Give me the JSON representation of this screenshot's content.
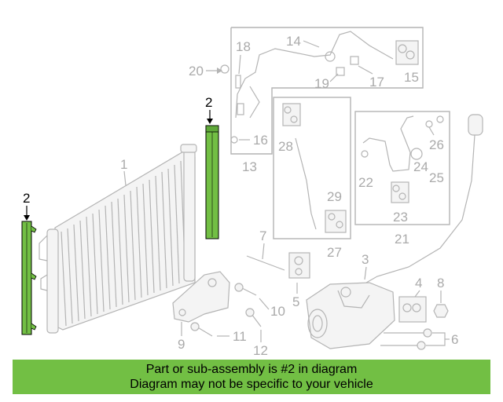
{
  "callouts": {
    "c1": "1",
    "c2a": "2",
    "c2b": "2",
    "c3": "3",
    "c4": "4",
    "c5": "5",
    "c6": "6",
    "c7": "7",
    "c8": "8",
    "c9": "9",
    "c10": "10",
    "c11": "11",
    "c12": "12",
    "c13": "13",
    "c14": "14",
    "c15": "15",
    "c16": "16",
    "c17": "17",
    "c18": "18",
    "c19": "19",
    "c20": "20",
    "c21": "21",
    "c22": "22",
    "c23": "23",
    "c24": "24",
    "c25": "25",
    "c26": "26",
    "c27": "27",
    "c28": "28",
    "c29": "29"
  },
  "banner": {
    "line1": "Part or sub-assembly is #2 in diagram",
    "line2": "Diagram may not be specific to your vehicle"
  },
  "colors": {
    "highlight": "#72bf44",
    "part_outline": "#b4b4b4",
    "callout_gray": "#aaaaaa"
  }
}
